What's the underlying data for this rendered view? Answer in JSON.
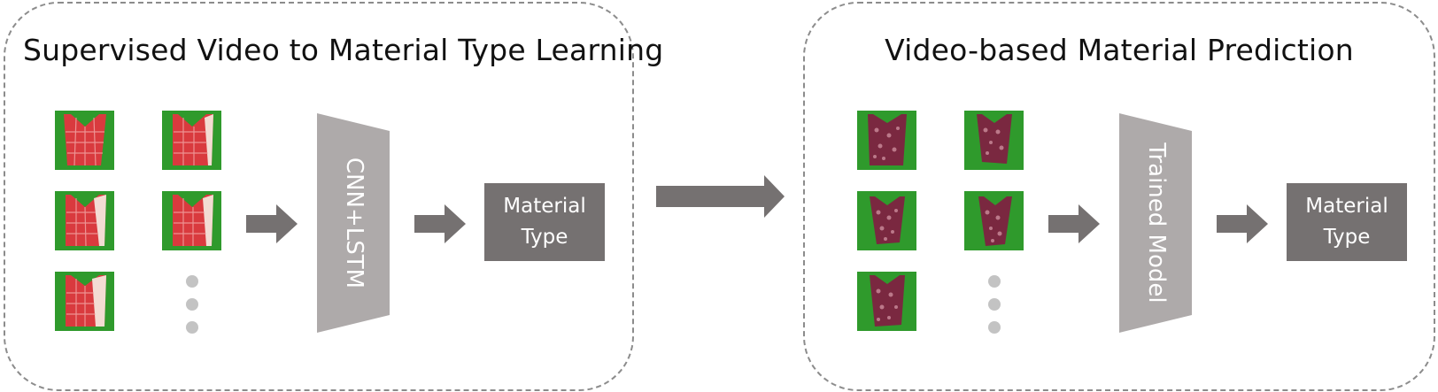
{
  "left_panel": {
    "title": "Supervised Video to Material Type Learning",
    "model_label": "CNN+LSTM",
    "output_line1": "Material",
    "output_line2": "Type",
    "frame_icon": "red-plaid-cloth-frame",
    "frames_shown": 5
  },
  "right_panel": {
    "title": "Video-based Material Prediction",
    "model_label": "Trained Model",
    "output_line1": "Material",
    "output_line2": "Type",
    "frame_icon": "dark-patterned-cloth-frame",
    "frames_shown": 5
  },
  "colors": {
    "green_screen": "#2f9a2c",
    "arrow_gray": "#757171",
    "model_gray": "#aeaaaa",
    "output_box": "#757171",
    "dot_gray": "#c3c3c3",
    "border_dash": "#8c8c8c",
    "red_cloth": "#d93a3e",
    "dark_cloth": "#7a2840"
  }
}
